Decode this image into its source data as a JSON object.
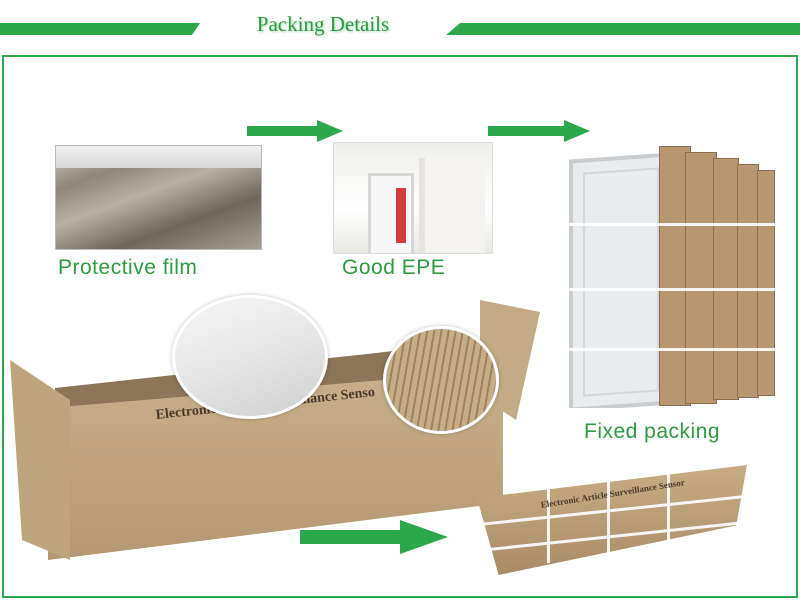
{
  "header": {
    "title": "Packing Details",
    "accent_color": "#2aa84a"
  },
  "steps": [
    {
      "caption": "Protective film"
    },
    {
      "caption": "Good EPE"
    },
    {
      "caption": "Fixed packing"
    }
  ],
  "box_labels": {
    "large": "Electronic Article Surveillance Senso",
    "flat": "Electronic Article Surveillance Sensor"
  },
  "icons": [
    "arrow-right-icon"
  ]
}
